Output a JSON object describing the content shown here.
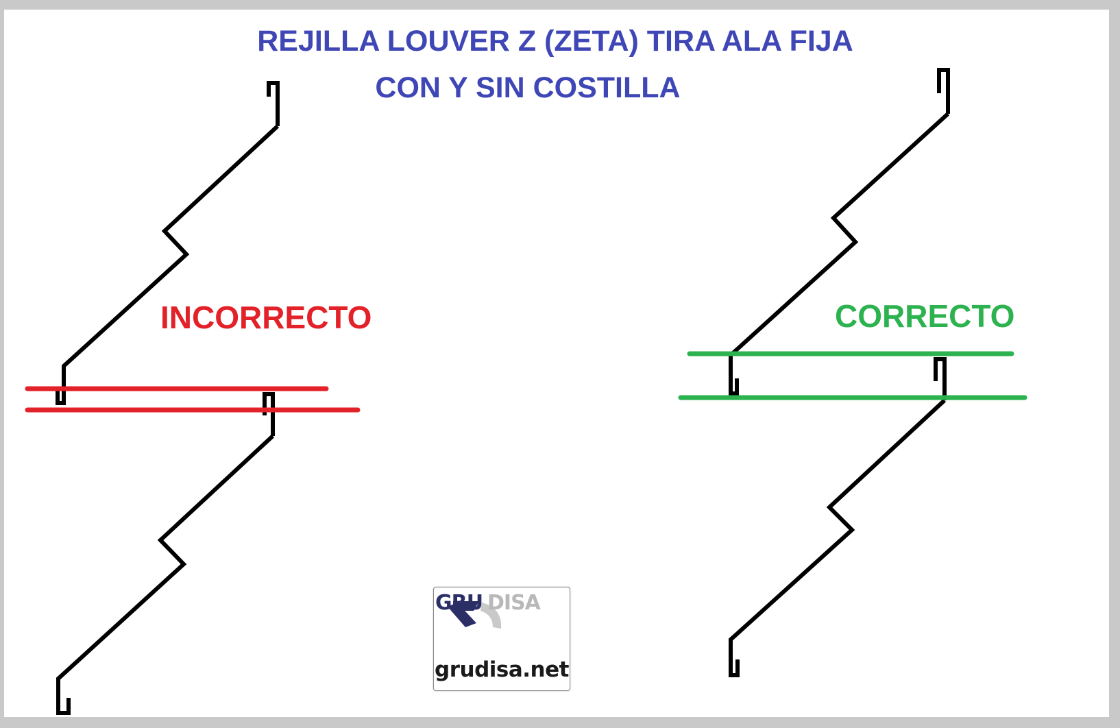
{
  "title": {
    "line1": "REJILLA LOUVER Z (ZETA) TIRA ALA FIJA",
    "line2": "CON Y SIN COSTILLA"
  },
  "left_panel": {
    "label": "INCORRECTO",
    "line_color": "#e32129"
  },
  "right_panel": {
    "label": "CORRECTO",
    "line_color": "#2cb24e"
  },
  "logo": {
    "wordmark": "GRUDISA",
    "url": "grudisa.net"
  },
  "colors": {
    "title": "#3f46b5",
    "profile_stroke": "#000000"
  }
}
